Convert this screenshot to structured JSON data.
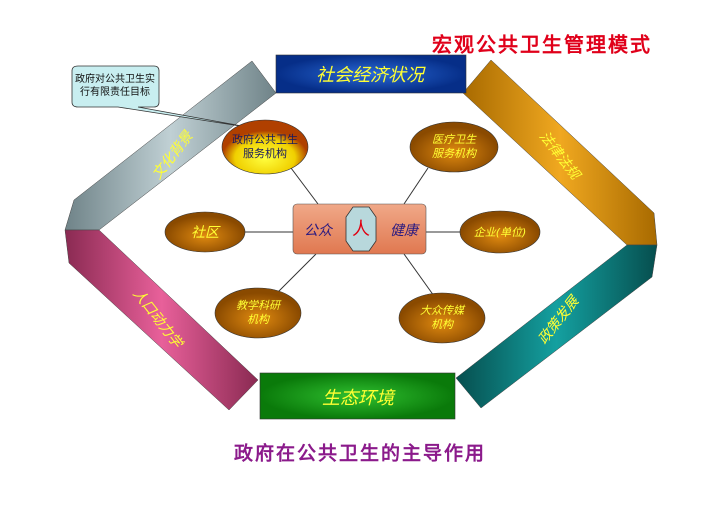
{
  "title": "宏观公共卫生管理模式",
  "footer": "政府在公共卫生的主导作用",
  "callout": "政府对公共卫生实行有限责任目标",
  "frame": {
    "top": "社会经济状况",
    "bottom": "生态环境",
    "upper_left": "文化背景",
    "upper_right": "法律法规",
    "lower_left": "人口动力学",
    "lower_right": "政策发展"
  },
  "center": {
    "left": "公众",
    "core": "人",
    "right": "健康"
  },
  "nodes": {
    "gov": "政府公共卫生服务机构",
    "medical": "医疗卫生服务机构",
    "community": "社区",
    "enterprise": "企业(单位)",
    "education": "教学科研机构",
    "media": "大众传媒机构"
  },
  "colors": {
    "title": "#e0001a",
    "footer": "#8b1a8b",
    "top": "#0a3fa0",
    "bottom": "#0f8f0f",
    "upper_left": "#8fa3a8",
    "upper_right": "#d08a10",
    "lower_left": "#c8467a",
    "lower_right": "#0a7a78"
  }
}
